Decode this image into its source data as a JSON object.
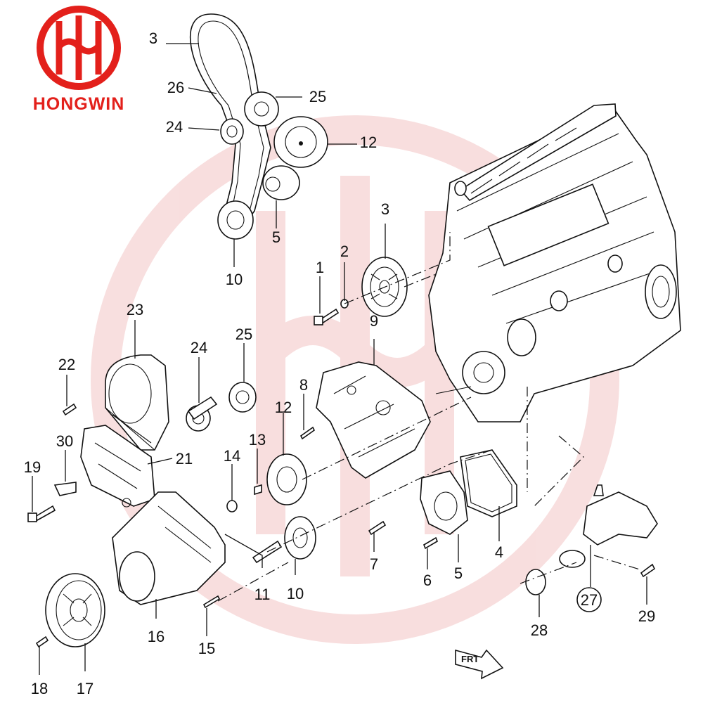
{
  "brand": {
    "name": "HONGWIN",
    "color": "#e3201b",
    "watermark_color": "#f2b9b9"
  },
  "frt_arrow": "FRT",
  "callouts": {
    "c1": "3",
    "c2": "26",
    "c3": "25",
    "c4": "24",
    "c5": "12",
    "c6": "5",
    "c7": "10",
    "c8": "3",
    "c9": "2",
    "c10": "1",
    "c11": "9",
    "c12": "23",
    "c13": "24",
    "c14": "25",
    "c15": "22",
    "c16": "8",
    "c17": "12",
    "c18": "30",
    "c19": "13",
    "c20": "14",
    "c21": "19",
    "c22": "21",
    "c23": "11",
    "c24": "10",
    "c25": "16",
    "c26": "15",
    "c27": "17",
    "c28": "18",
    "c29": "7",
    "c30": "6",
    "c31": "5",
    "c32": "4",
    "c33": "28",
    "c34": "27",
    "c35": "29"
  }
}
